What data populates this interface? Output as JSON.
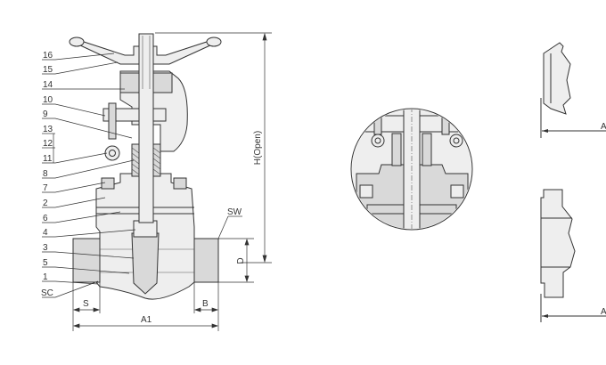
{
  "part_labels": [
    "16",
    "15",
    "14",
    "10",
    "9",
    "13",
    "12",
    "11",
    "8",
    "7",
    "2",
    "6",
    "4",
    "3",
    "5",
    "1",
    "SC"
  ],
  "dimensions": {
    "height_open": "H(Open)",
    "d": "D",
    "sw": "SW",
    "s": "S",
    "b": "B",
    "a1": "A1",
    "a_top": "A",
    "a_bottom": "A"
  }
}
